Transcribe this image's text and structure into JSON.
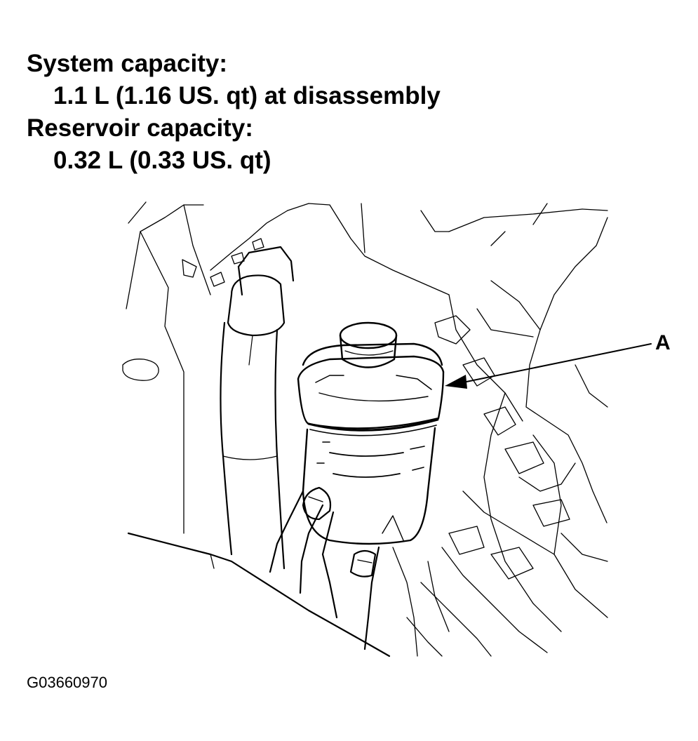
{
  "specs": {
    "system_label": "System capacity:",
    "system_value": "1.1 L (1.16 US. qt) at disassembly",
    "reservoir_label": "Reservoir capacity:",
    "reservoir_value": "0.32 L (0.33 US. qt)"
  },
  "figure": {
    "callout_label": "A",
    "figure_id": "G03660970"
  }
}
